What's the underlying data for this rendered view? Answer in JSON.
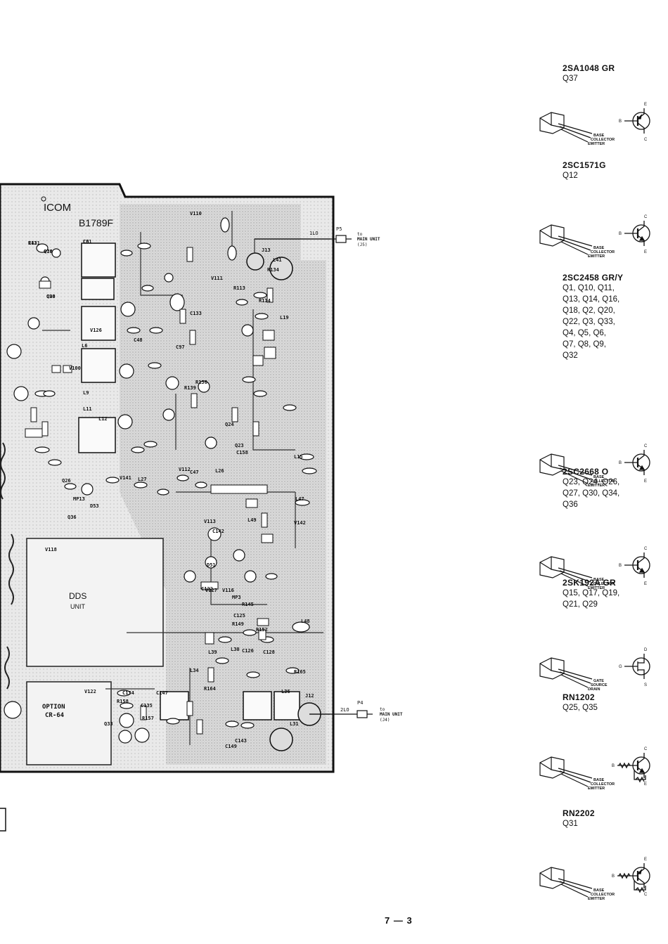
{
  "board": {
    "brand": "ICOM",
    "part_number": "B1789F",
    "dds_label": [
      "DDS",
      "UNIT"
    ],
    "option_label": [
      "OPTION",
      "CR-64"
    ],
    "connectors": [
      {
        "net": "1LO",
        "plug": "P5",
        "to": [
          "to",
          "MAIN UNIT",
          "(J5)"
        ]
      },
      {
        "net": "2LO",
        "plug": "P4",
        "to": [
          "to",
          "MAIN UNIT",
          "(J4)"
        ]
      }
    ],
    "jacks": [
      "J13",
      "J12"
    ],
    "sample_refs": [
      "L3",
      "Q16",
      "C43",
      "Q20",
      "V126",
      "L6",
      "V100",
      "L9",
      "L11",
      "L12",
      "L15",
      "L19",
      "L41",
      "L47",
      "L48",
      "L49",
      "Q23",
      "Q24",
      "R113",
      "R114",
      "C133",
      "C48",
      "C47",
      "L26",
      "L27",
      "C142",
      "C122",
      "C125",
      "C126",
      "C128",
      "R145",
      "R149",
      "R152",
      "C134",
      "C135",
      "R157",
      "R158",
      "Q33",
      "L34",
      "L36",
      "L39",
      "L30",
      "L31",
      "C143",
      "C149",
      "C147",
      "R164",
      "R165",
      "V142",
      "V141",
      "V112",
      "V111",
      "V110",
      "V113",
      "V118",
      "V122",
      "V127",
      "V116",
      "MP3",
      "MP13",
      "R134",
      "R136",
      "R139",
      "Q26",
      "Q36",
      "C158",
      "C97",
      "D53",
      "D51",
      "C61",
      "C70",
      "R121",
      "C98"
    ]
  },
  "components": [
    {
      "name": "2SA1048  GR",
      "refs": [
        "Q37"
      ],
      "symbol": "pnp",
      "pins": [
        "BASE",
        "COLLECTOR",
        "EMITTER"
      ],
      "terminals": [
        "E",
        "B",
        "C"
      ]
    },
    {
      "name": "2SC1571G",
      "refs": [
        "Q12"
      ],
      "symbol": "npn",
      "pins": [
        "BASE",
        "COLLECTOR",
        "EMITTER"
      ],
      "terminals": [
        "C",
        "B",
        "E"
      ]
    },
    {
      "name": "2SC2458  GR/Y",
      "refs": [
        "Q1, Q10, Q11,",
        "Q13, Q14, Q16,",
        "Q18, Q2, Q20,",
        "Q22, Q3, Q33,",
        "Q4, Q5, Q6,",
        "Q7, Q8, Q9,",
        "Q32"
      ],
      "symbol": "npn",
      "pins": [
        "BASE",
        "COLLECTOR",
        "EMITTER"
      ],
      "terminals": [
        "C",
        "B",
        "E"
      ]
    },
    {
      "name": "2SC2668  O",
      "refs": [
        "Q23, Q24, Q26,",
        "Q27, Q30, Q34,",
        "Q36"
      ],
      "symbol": "npn",
      "pins": [
        "BASE",
        "COLLECTOR",
        "EMITTER"
      ],
      "terminals": [
        "C",
        "B",
        "E"
      ]
    },
    {
      "name": "2SK192A  GR",
      "refs": [
        "Q15, Q17, Q19,",
        "Q21, Q29"
      ],
      "symbol": "jfet",
      "pins": [
        "GATE",
        "SOURCE",
        "DRAIN"
      ],
      "terminals": [
        "D",
        "G",
        "S"
      ]
    },
    {
      "name": "RN1202",
      "refs": [
        "Q25, Q35"
      ],
      "symbol": "npn-r",
      "pins": [
        "BASE",
        "COLLECTOR",
        "EMITTER"
      ],
      "terminals": [
        "C",
        "B",
        "E"
      ]
    },
    {
      "name": "RN2202",
      "refs": [
        "Q31"
      ],
      "symbol": "pnp-r",
      "pins": [
        "BASE",
        "COLLECTOR",
        "EMITTER"
      ],
      "terminals": [
        "E",
        "B",
        "C"
      ]
    }
  ],
  "page_number": "7 — 3"
}
